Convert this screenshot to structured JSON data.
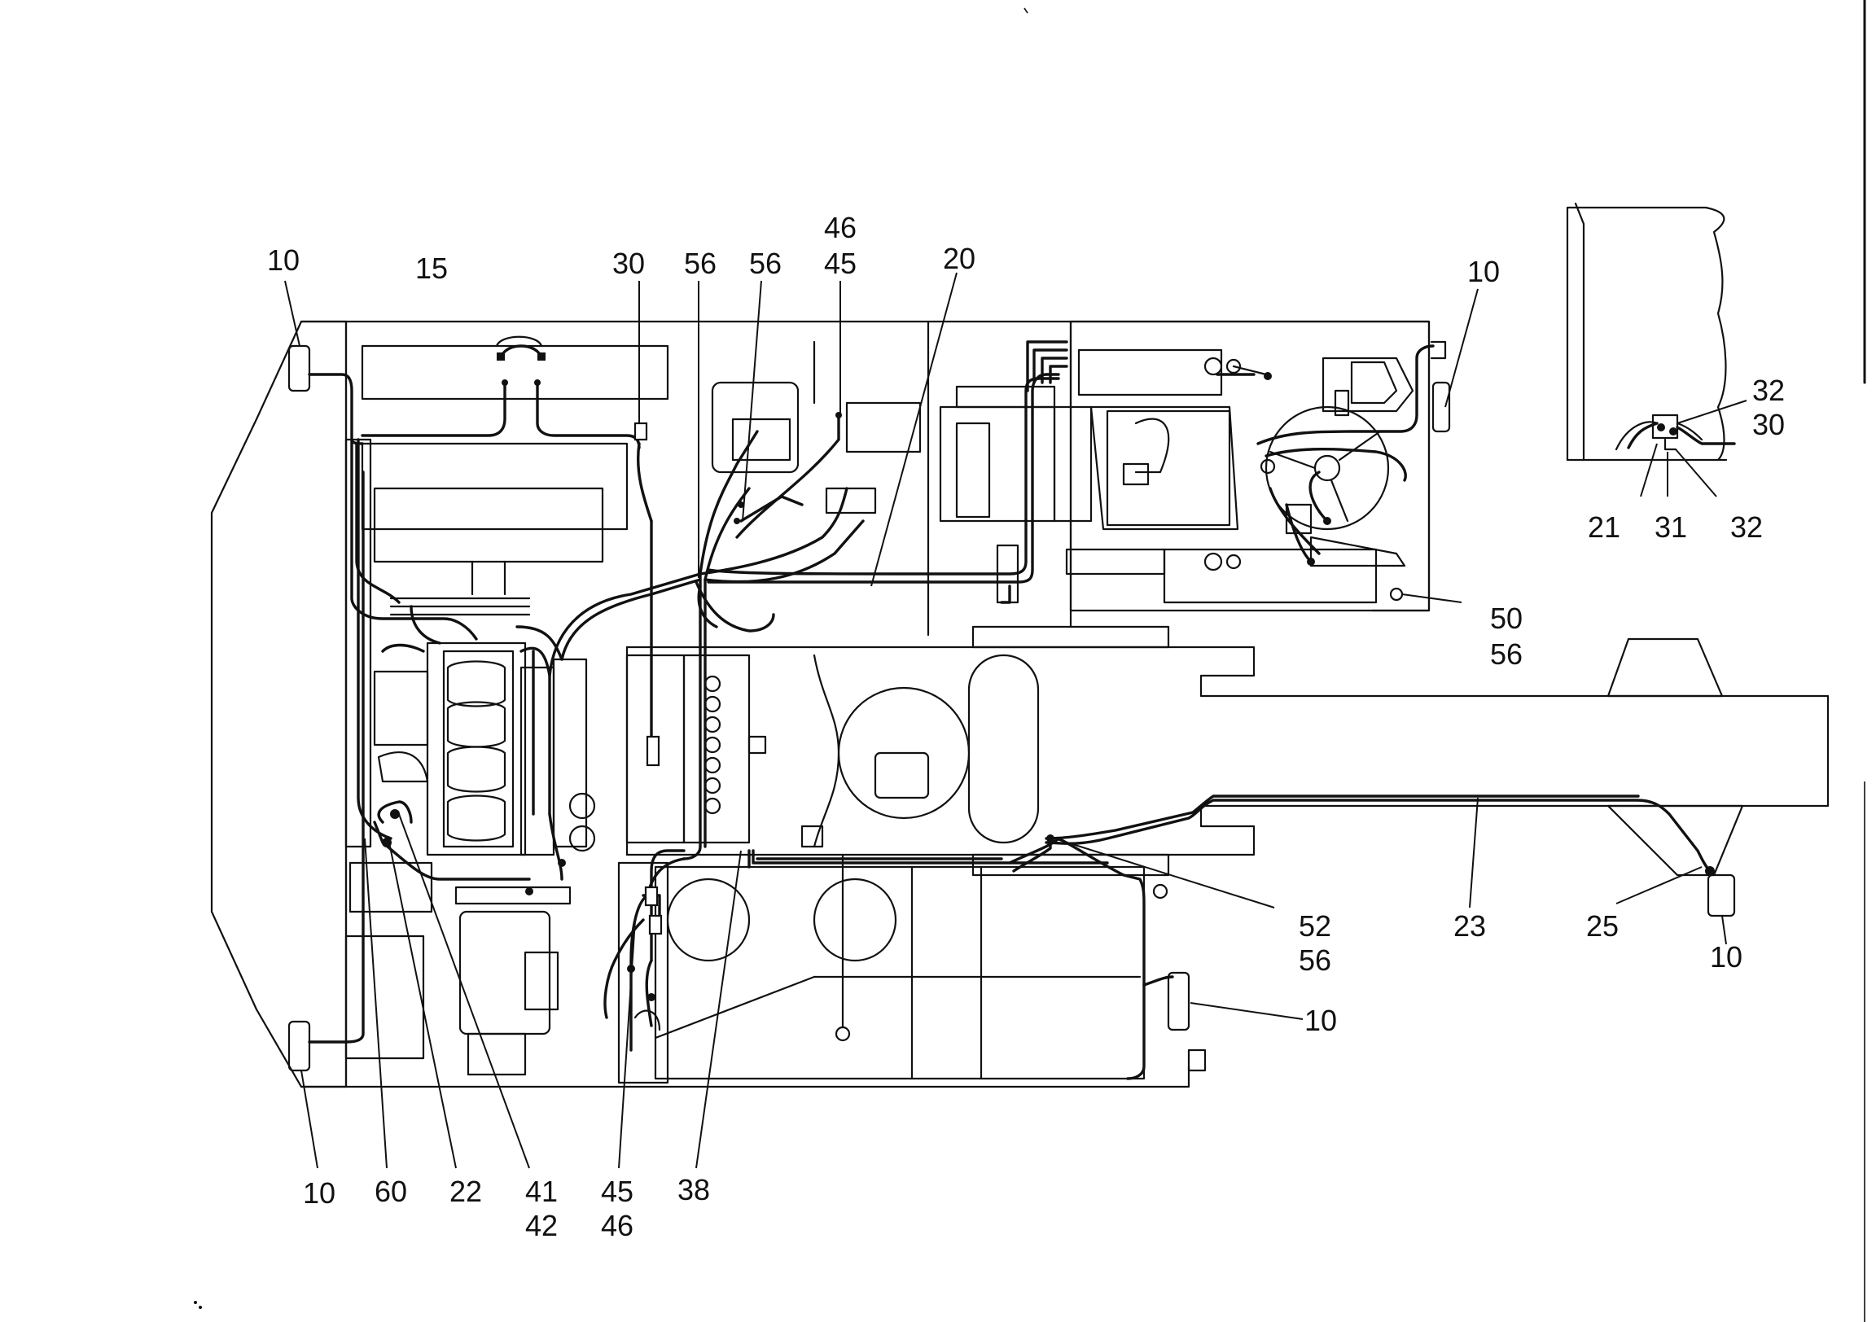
{
  "callouts": {
    "c1": "10",
    "c2": "15",
    "c3": "30",
    "c4": "56",
    "c5": "56",
    "c6a": "46",
    "c6b": "45",
    "c7": "20",
    "c8": "10",
    "c9a": "32",
    "c9b": "30",
    "c10": "21",
    "c11": "31",
    "c12": "32",
    "c13a": "50",
    "c13b": "56",
    "c14a": "52",
    "c14b": "56",
    "c15": "23",
    "c16": "25",
    "c17": "10",
    "c18": "10",
    "c19": "10",
    "c20": "60",
    "c21": "22",
    "c22a": "41",
    "c22b": "42",
    "c23a": "45",
    "c23b": "46",
    "c24": "38"
  },
  "colors": {
    "ink": "#111111",
    "paper": "#ffffff"
  }
}
